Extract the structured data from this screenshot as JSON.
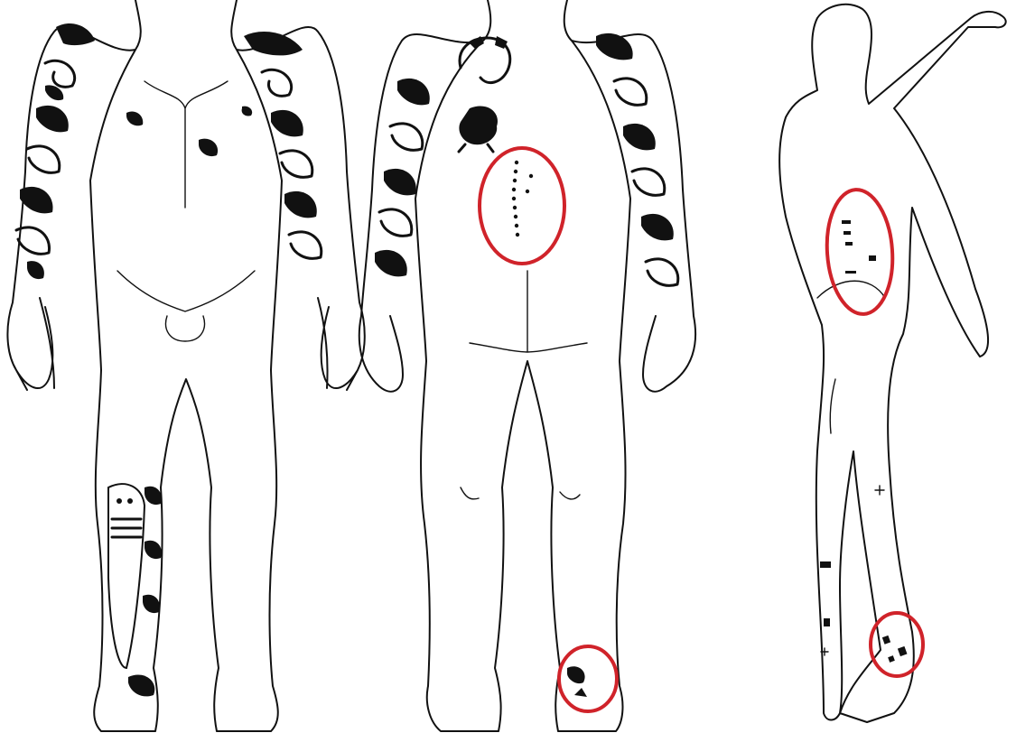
{
  "figures": [
    {
      "id": "front-view"
    },
    {
      "id": "back-view"
    },
    {
      "id": "side-view"
    }
  ],
  "highlight_color": "#d0232a",
  "highlights": [
    {
      "id": "back-spine-dots"
    },
    {
      "id": "back-right-ankle"
    },
    {
      "id": "side-lower-back-marks"
    },
    {
      "id": "side-ankle-marks"
    }
  ]
}
